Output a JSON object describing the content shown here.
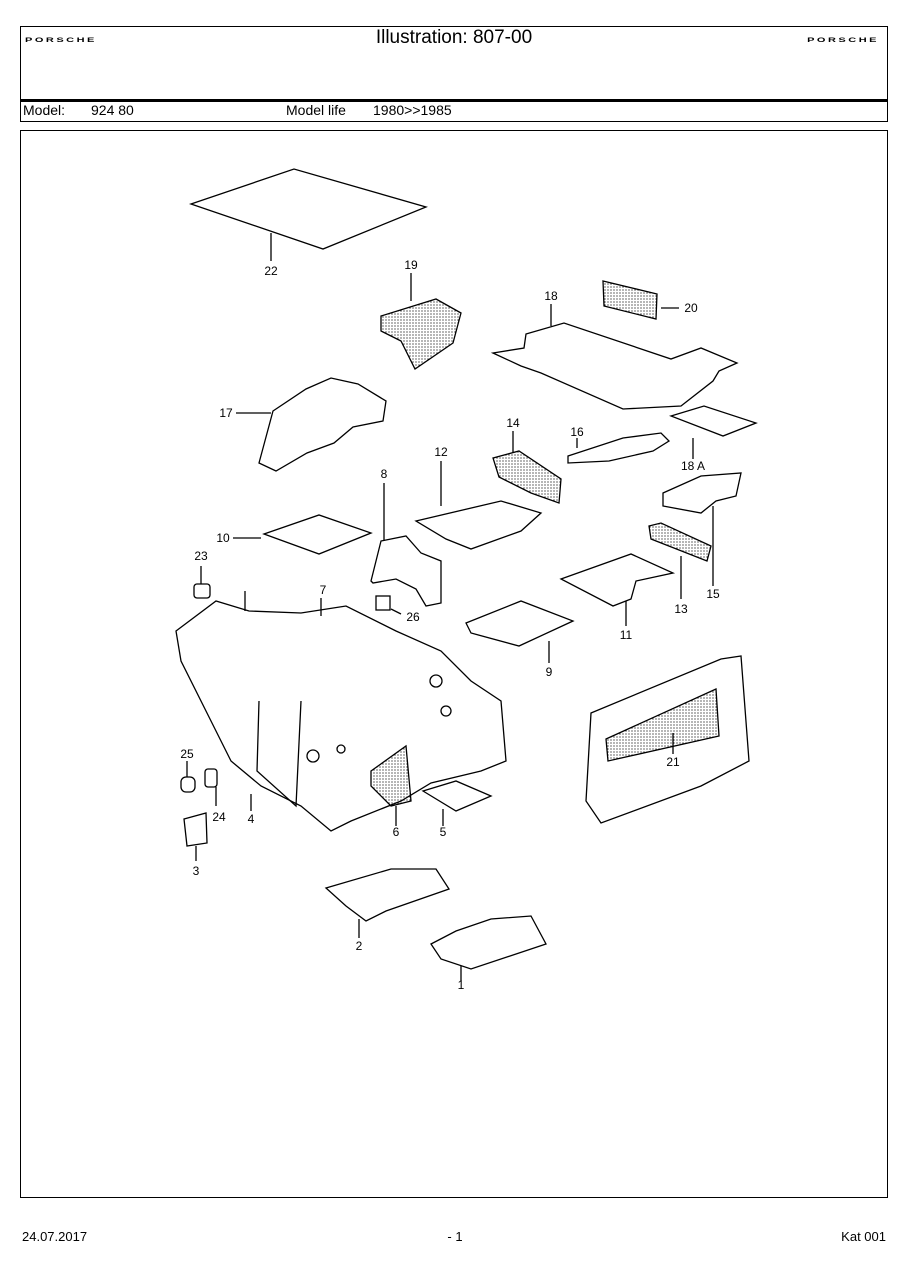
{
  "header": {
    "brand_left": "PORSCHE",
    "brand_right": "PORSCHE",
    "title": "Illustration: 807-00",
    "model_label": "Model:",
    "model_value": "924 80",
    "model_life_label": "Model life",
    "model_life_value": "1980>>1985"
  },
  "diagram": {
    "callouts": [
      "1",
      "2",
      "3",
      "4",
      "5",
      "6",
      "7",
      "8",
      "9",
      "10",
      "11",
      "12",
      "13",
      "14",
      "15",
      "16",
      "17",
      "18",
      "18 A",
      "19",
      "20",
      "21",
      "22",
      "23",
      "24",
      "25",
      "26"
    ]
  },
  "footer": {
    "date": "24.07.2017",
    "page": "- 1",
    "catalog": "Kat 001"
  }
}
